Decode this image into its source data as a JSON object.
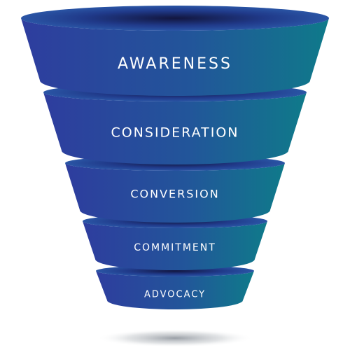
{
  "funnel": {
    "stages": [
      {
        "label": "AWARENESS"
      },
      {
        "label": "CONSIDERATION"
      },
      {
        "label": "CONVERSION"
      },
      {
        "label": "COMMITMENT"
      },
      {
        "label": "ADVOCACY"
      }
    ]
  },
  "colors": {
    "gradient_left": "#2e3d9e",
    "gradient_right": "#0f7a8a",
    "rim_dark": "#1a1f5c",
    "rim_mid": "#274f9e",
    "shadow": "#9aa0a8",
    "background": "#ffffff"
  }
}
